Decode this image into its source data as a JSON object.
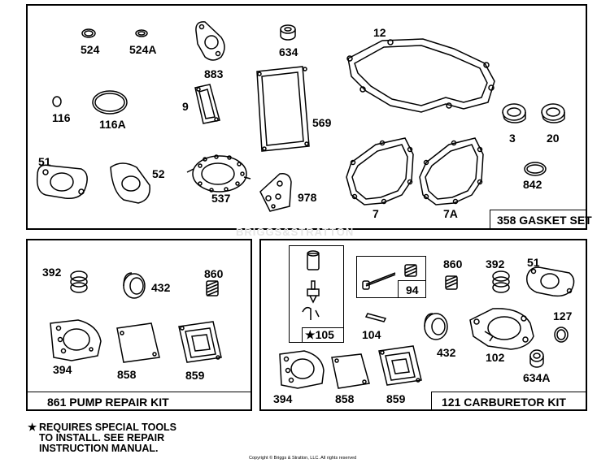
{
  "kits": {
    "gasket_set": "358 GASKET SET",
    "pump_kit": "861 PUMP REPAIR KIT",
    "carb_kit": "121 CARBURETOR KIT"
  },
  "parts": {
    "p524": "524",
    "p524A": "524A",
    "p883": "883",
    "p634": "634",
    "p12": "12",
    "p116": "116",
    "p116A": "116A",
    "p9": "9",
    "p569": "569",
    "p3": "3",
    "p20": "20",
    "p51": "51",
    "p52": "52",
    "p537": "537",
    "p978": "978",
    "p842": "842",
    "p7": "7",
    "p7A": "7A",
    "pump_392": "392",
    "pump_432": "432",
    "pump_860": "860",
    "pump_394": "394",
    "pump_858": "858",
    "pump_859": "859",
    "carb_105": "105",
    "carb_94": "94",
    "carb_860": "860",
    "carb_392": "392",
    "carb_51": "51",
    "carb_104": "104",
    "carb_432": "432",
    "carb_127": "127",
    "carb_102": "102",
    "carb_634A": "634A",
    "carb_394": "394",
    "carb_858": "858",
    "carb_859": "859"
  },
  "note": {
    "line1": "REQUIRES SPECIAL TOOLS",
    "line2": "TO INSTALL.  SEE REPAIR",
    "line3": "INSTRUCTION MANUAL."
  },
  "copyright": "Copyright © Briggs & Stratton, LLC. All rights reserved",
  "watermark": "BRIGGS&STRATTON"
}
